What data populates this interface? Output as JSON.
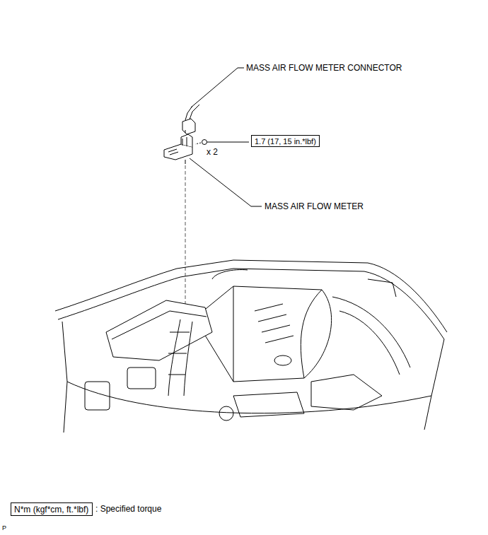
{
  "diagram": {
    "nodes": [
      {
        "text": [
          "1.7 (17, 15 in.*lbf)"
        ]
      },
      {
        "text": [
          "N*m (kgf*cm, ft.*lbf)"
        ]
      }
    ],
    "labels": [
      "MASS AIR FLOW METER CONNECTOR",
      "x 2",
      "MASS AIR FLOW METER",
      ": Specified torque",
      "P"
    ]
  }
}
